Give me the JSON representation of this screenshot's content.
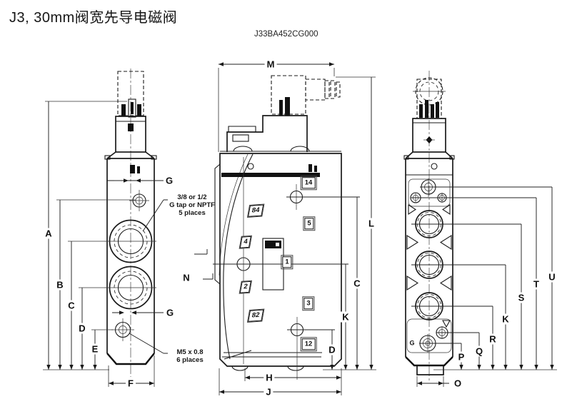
{
  "header": {
    "title": "J3, 30mm阀宽先导电磁阀",
    "model": "J33BA452CG000"
  },
  "notes": {
    "port_thread": {
      "line1": "3/8 or 1/2",
      "line2": "G tap or NPTF",
      "line3": "5 places"
    },
    "mount_thread": {
      "line1": "M5 x 0.8",
      "line2": "6 places"
    }
  },
  "dim_labels": {
    "A": "A",
    "B": "B",
    "C": "C",
    "D": "D",
    "E": "E",
    "F": "F",
    "G": "G",
    "H": "H",
    "J": "J",
    "K": "K",
    "L": "L",
    "M": "M",
    "N": "N",
    "O": "O",
    "P": "P",
    "Q": "Q",
    "R": "R",
    "S": "S",
    "T": "T",
    "U": "U"
  },
  "ports": {
    "p14": "14",
    "p84": "84",
    "p5": "5",
    "p4": "4",
    "p1": "1",
    "p2": "2",
    "p3": "3",
    "p82": "82",
    "p12": "12"
  }
}
